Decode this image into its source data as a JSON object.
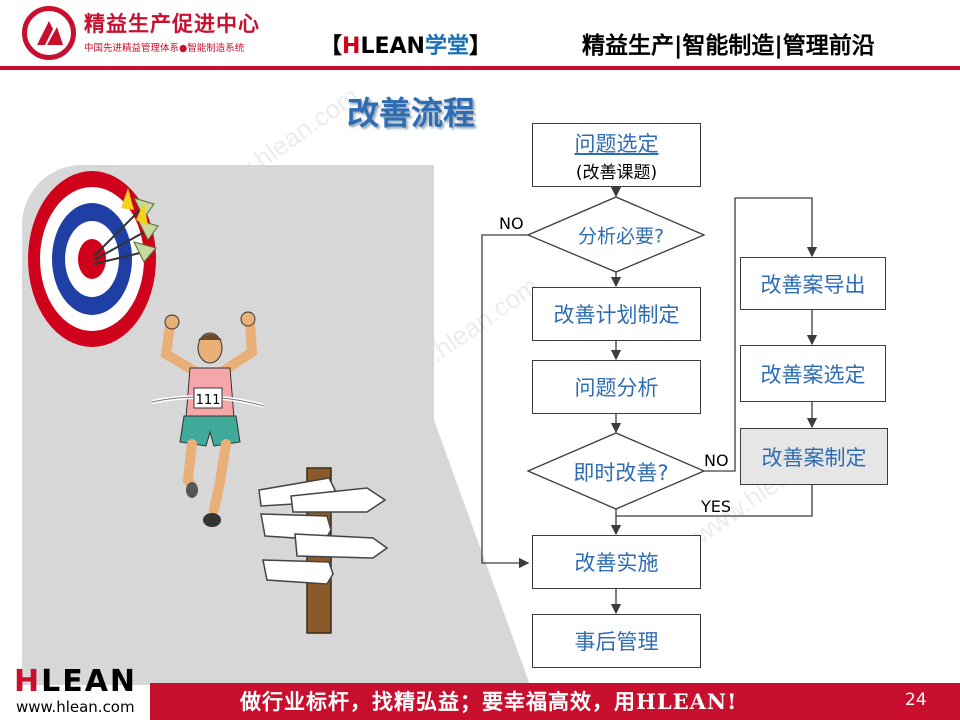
{
  "header": {
    "org_name": "精益生产促进中心",
    "org_subtitle": "中国先进精益管理体系●智能制造系统",
    "brand_open": "【",
    "brand_h": "H",
    "brand_lean": "LEAN",
    "brand_school": "学堂",
    "brand_close": "】",
    "slogan": "精益生产|智能制造|管理前沿"
  },
  "title": "改善流程",
  "flow": {
    "problem_select": "问题选定",
    "problem_select_sub": "(改善课题)",
    "analysis_needed": "分析必要?",
    "plan": "改善计划制定",
    "problem_analysis": "问题分析",
    "immediate": "即时改善?",
    "implement": "改善实施",
    "follow_up": "事后管理",
    "derive": "改善案导出",
    "select": "改善案选定",
    "formulate": "改善案制定",
    "no_label_1": "NO",
    "no_label_2": "NO",
    "yes_label": "YES"
  },
  "illustration": {
    "bib_number": "111"
  },
  "watermark": "www.hlean.com",
  "footer": {
    "slogan": "做行业标杆，找精弘益；要幸福高效，用HLEAN!",
    "page_number": "24",
    "logo_h": "H",
    "logo_rest": "LEAN",
    "url": "www.hlean.com"
  },
  "colors": {
    "brand_red": "#c8102e",
    "flow_blue": "#2e6db4"
  }
}
